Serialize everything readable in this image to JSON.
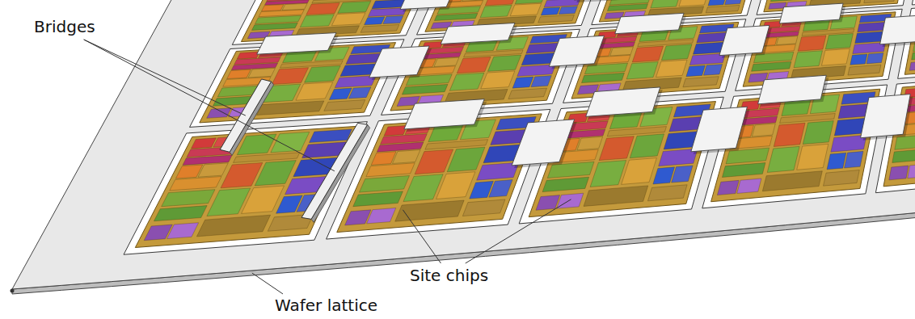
{
  "diagram": {
    "labels": [
      "Bridges",
      "Site chips",
      "Wafer lattice"
    ]
  }
}
